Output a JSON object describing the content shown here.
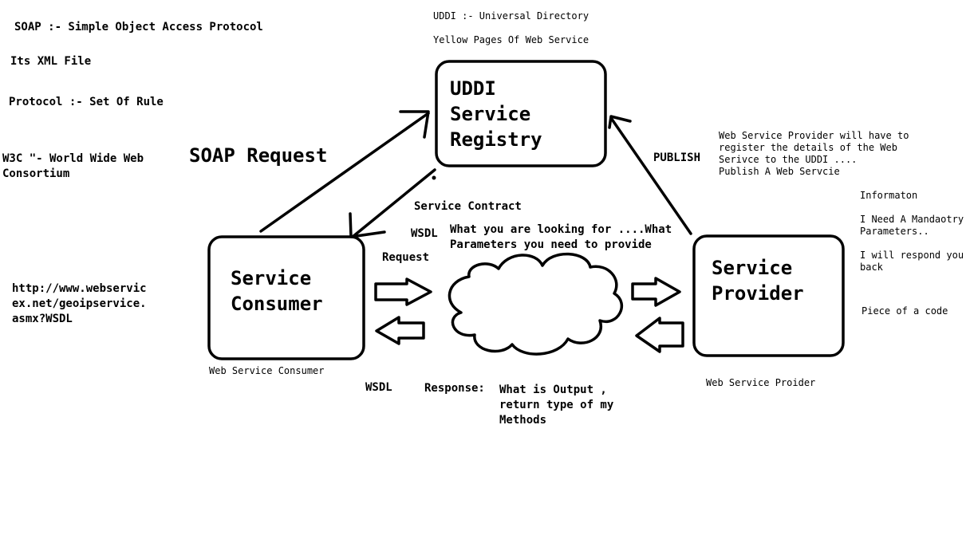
{
  "left_notes": {
    "soap": "SOAP :- Simple Object Access Protocol",
    "xml": "Its XML File",
    "protocol": "Protocol :- Set Of Rule",
    "w3c_line1": "W3C \"- World Wide Web",
    "w3c_line2": "Consortium",
    "url_line1": "http://www.webservic",
    "url_line2": "ex.net/geoipservice.",
    "url_line3": "asmx?WSDL"
  },
  "top_notes": {
    "uddi_def": "UDDI :- Universal Directory",
    "yellow_pages": "Yellow Pages Of Web Service"
  },
  "boxes": {
    "registry_line1": "UDDI",
    "registry_line2": "Service",
    "registry_line3": "Registry",
    "consumer_line1": "Service",
    "consumer_line2": "Consumer",
    "provider_line1": "Service",
    "provider_line2": "Provider"
  },
  "labels": {
    "soap_request": "SOAP Request",
    "publish": "PUBLISH",
    "service_contract": "Service Contract",
    "wsdl_top": "WSDL",
    "looking_for_line1": "What you are looking for ....What",
    "looking_for_line2": "Parameters you need to provide",
    "request": "Request",
    "wsdl_bottom": "WSDL",
    "response": "Response:",
    "output_line1": "What is Output ,",
    "output_line2": "return type of my",
    "output_line3": "Methods",
    "consumer_caption": "Web Service Consumer",
    "provider_caption": "Web Service Proider"
  },
  "right_notes": {
    "provider_note_line1": "Web Service Provider will have to",
    "provider_note_line2": "register the details of the Web",
    "provider_note_line3": "Serivce to the UDDI ....",
    "provider_note_line4": "Publish A Web Servcie",
    "information": "Informaton",
    "mandatory_line1": "I Need A Mandaotry",
    "mandatory_line2": "Parameters..",
    "respond_line1": "I will respond you",
    "respond_line2": "back",
    "piece_of_code": "Piece of a code"
  }
}
